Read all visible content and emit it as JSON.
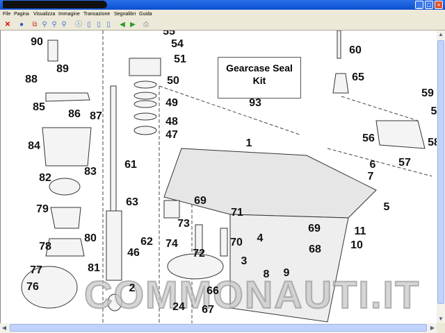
{
  "menu": [
    "File",
    "Pagina",
    "Visualizza",
    "Immagine",
    "Transazione",
    "Segnalibri",
    "Guida"
  ],
  "toolbar": {
    "icons": [
      "close-icon",
      "globe-icon",
      "pages-icon",
      "zoom-in-icon",
      "zoom-icon",
      "zoom-out-icon",
      "info-icon",
      "page-icon",
      "page-prev-icon",
      "page-next-icon",
      "back-icon",
      "forward-icon",
      "print-icon"
    ]
  },
  "diagram": {
    "kit_title": "Gearcase Seal Kit",
    "labels": [
      "90",
      "89",
      "88",
      "85",
      "86",
      "87",
      "84",
      "83",
      "82",
      "79",
      "80",
      "78",
      "77",
      "76",
      "81",
      "61",
      "63",
      "62",
      "46",
      "2",
      "55",
      "54",
      "51",
      "50",
      "49",
      "48",
      "47",
      "60",
      "65",
      "93",
      "59",
      "5",
      "56",
      "58",
      "1",
      "6",
      "7",
      "57",
      "5",
      "73",
      "74",
      "69",
      "71",
      "72",
      "70",
      "4",
      "3",
      "8",
      "9",
      "69",
      "68",
      "11",
      "10",
      "66",
      "67",
      "24"
    ],
    "watermark": "COMMONAUTI.IT"
  }
}
